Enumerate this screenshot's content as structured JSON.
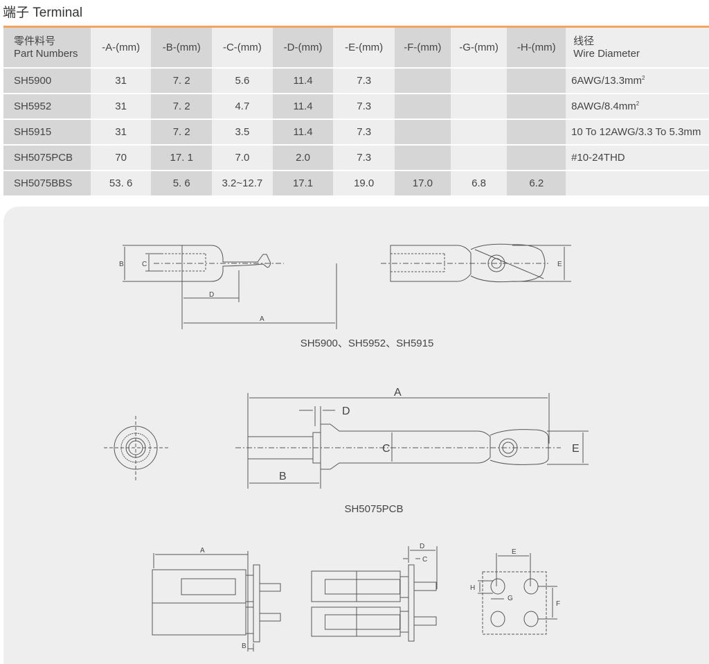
{
  "title": "端子 Terminal",
  "table": {
    "headers": {
      "part_cn": "零件料号",
      "part_en": "Part Numbers",
      "A": "-A-(mm)",
      "B": "-B-(mm)",
      "C": "-C-(mm)",
      "D": "-D-(mm)",
      "E": "-E-(mm)",
      "F": "-F-(mm)",
      "G": "-G-(mm)",
      "H": "-H-(mm)",
      "wire_cn": "线径",
      "wire_en": "Wire Diameter"
    },
    "rows": [
      {
        "part": "SH5900",
        "A": "31",
        "B": "7. 2",
        "C": "5.6",
        "D": "11.4",
        "E": "7.3",
        "F": "",
        "G": "",
        "H": "",
        "wire": "6AWG/13.3mm",
        "sup": "2"
      },
      {
        "part": "SH5952",
        "A": "31",
        "B": "7. 2",
        "C": "4.7",
        "D": "11.4",
        "E": "7.3",
        "F": "",
        "G": "",
        "H": "",
        "wire": "8AWG/8.4mm",
        "sup": "2"
      },
      {
        "part": "SH5915",
        "A": "31",
        "B": "7. 2",
        "C": "3.5",
        "D": "11.4",
        "E": "7.3",
        "F": "",
        "G": "",
        "H": "",
        "wire": "10 To 12AWG/3.3 To 5.3mm",
        "sup": ""
      },
      {
        "part": "SH5075PCB",
        "A": "70",
        "B": "17. 1",
        "C": "7.0",
        "D": "2.0",
        "E": "7.3",
        "F": "",
        "G": "",
        "H": "",
        "wire": "#10-24THD",
        "sup": ""
      },
      {
        "part": "SH5075BBS",
        "A": "53. 6",
        "B": "5. 6",
        "C": "3.2~12.7",
        "D": "17.1",
        "E": "19.0",
        "F": "17.0",
        "G": "6.8",
        "H": "6.2",
        "wire": "",
        "sup": ""
      }
    ]
  },
  "drawings": {
    "caption1": "SH5900、SH5952、SH5915",
    "caption2": "SH5075PCB",
    "labels": {
      "A": "A",
      "B": "B",
      "C": "C",
      "D": "D",
      "E": "E",
      "F": "F",
      "G": "G",
      "H": "H"
    }
  }
}
